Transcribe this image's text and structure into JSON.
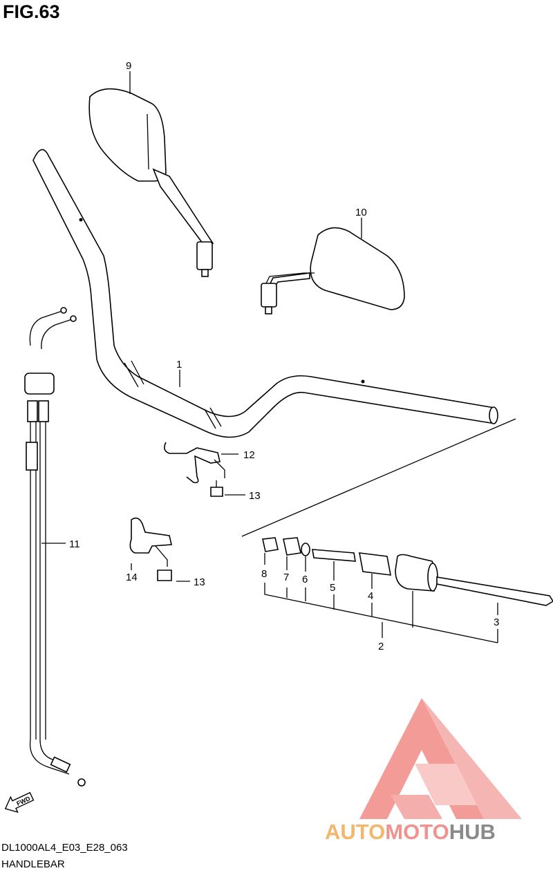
{
  "figure": {
    "title": "FIG.63"
  },
  "footer": {
    "code": "DL1000AL4_E03_E28_063",
    "name": "HANDLEBAR"
  },
  "fwd_label": "FWD",
  "callouts": [
    "1",
    "2",
    "3",
    "4",
    "5",
    "6",
    "7",
    "8",
    "9",
    "10",
    "11",
    "12",
    "13",
    "13",
    "14"
  ],
  "watermark": {
    "part1": "AUTO",
    "part2": "MOTO",
    "part3": "HUB",
    "colors": {
      "auto": "#f4b66a",
      "moto": "#f2928e",
      "hub": "#8a8a8a",
      "triangle": "#f08a86"
    }
  }
}
